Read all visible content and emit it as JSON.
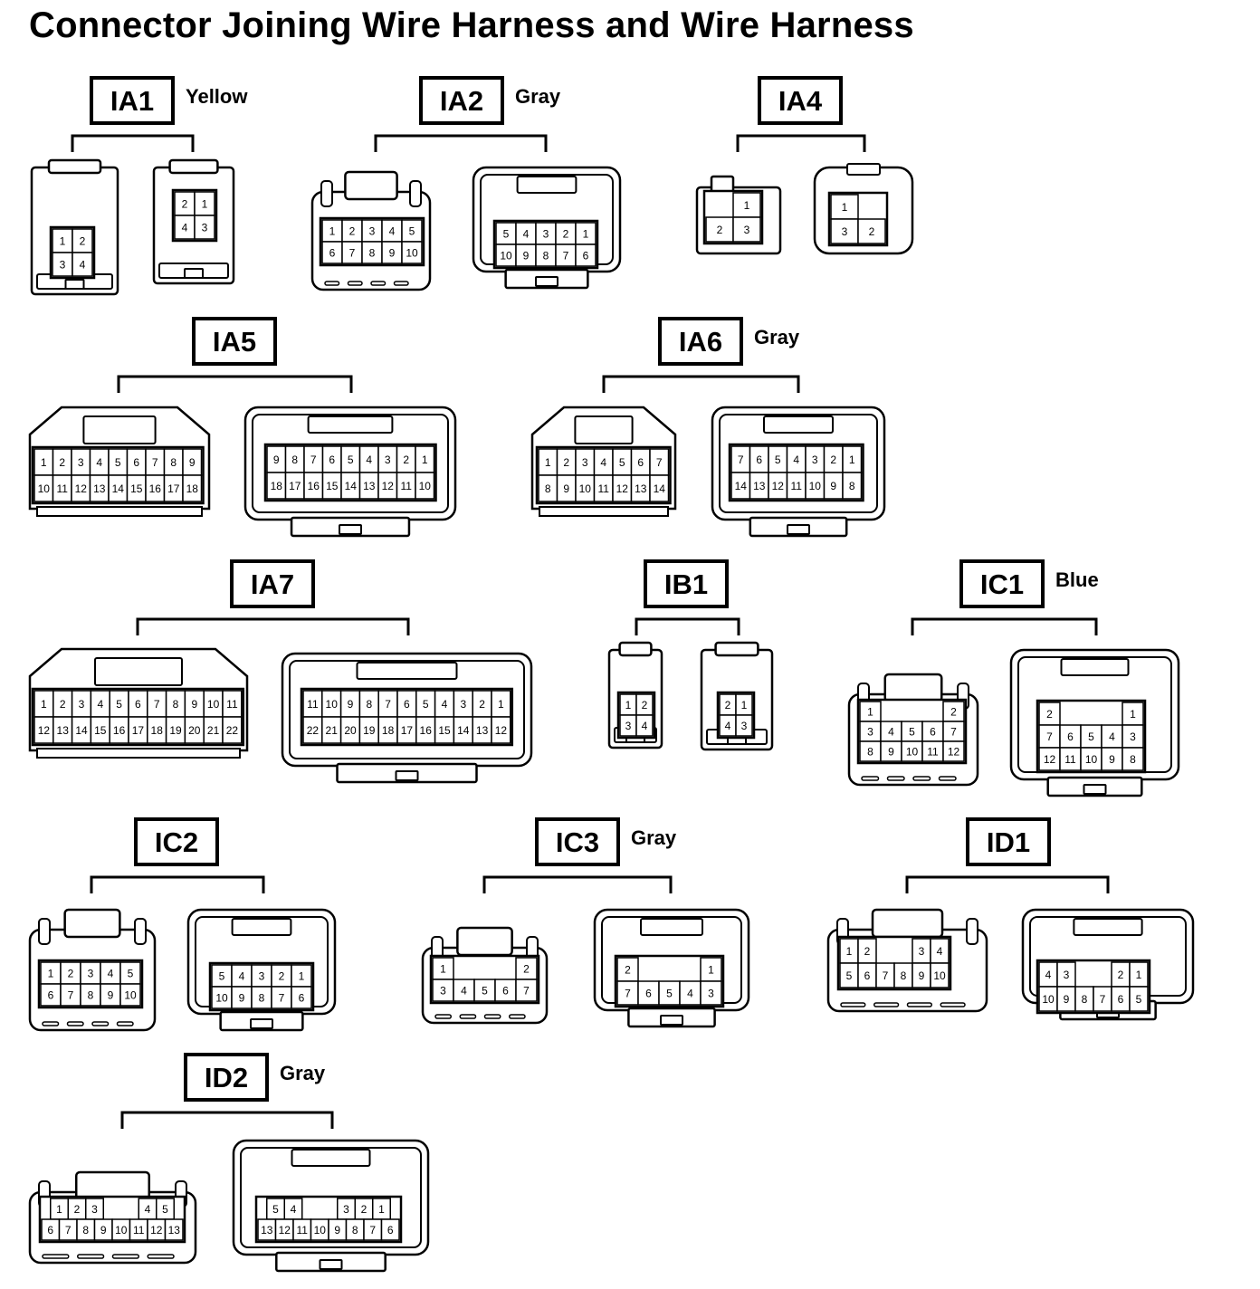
{
  "title": "Connector Joining Wire Harness and Wire Harness",
  "connectors": [
    {
      "id": "IA1",
      "color": "Yellow",
      "female": {
        "rows": [
          [
            "1",
            "2"
          ],
          [
            "3",
            "4"
          ]
        ]
      },
      "male": {
        "rows": [
          [
            "2",
            "1"
          ],
          [
            "4",
            "3"
          ]
        ]
      }
    },
    {
      "id": "IA2",
      "color": "Gray",
      "female": {
        "rows": [
          [
            "1",
            "2",
            "3",
            "4",
            "5"
          ],
          [
            "6",
            "7",
            "8",
            "9",
            "10"
          ]
        ]
      },
      "male": {
        "rows": [
          [
            "5",
            "4",
            "3",
            "2",
            "1"
          ],
          [
            "10",
            "9",
            "8",
            "7",
            "6"
          ]
        ]
      }
    },
    {
      "id": "IA4",
      "color": "",
      "female": {
        "rows": [
          [
            "",
            "1"
          ],
          [
            "2",
            "3"
          ]
        ]
      },
      "male": {
        "rows": [
          [
            "1",
            ""
          ],
          [
            "3",
            "2"
          ]
        ]
      }
    },
    {
      "id": "IA5",
      "color": "",
      "female": {
        "rows": [
          [
            "1",
            "2",
            "3",
            "4",
            "5",
            "6",
            "7",
            "8",
            "9"
          ],
          [
            "10",
            "11",
            "12",
            "13",
            "14",
            "15",
            "16",
            "17",
            "18"
          ]
        ]
      },
      "male": {
        "rows": [
          [
            "9",
            "8",
            "7",
            "6",
            "5",
            "4",
            "3",
            "2",
            "1"
          ],
          [
            "18",
            "17",
            "16",
            "15",
            "14",
            "13",
            "12",
            "11",
            "10"
          ]
        ]
      }
    },
    {
      "id": "IA6",
      "color": "Gray",
      "female": {
        "rows": [
          [
            "1",
            "2",
            "3",
            "4",
            "5",
            "6",
            "7"
          ],
          [
            "8",
            "9",
            "10",
            "11",
            "12",
            "13",
            "14"
          ]
        ]
      },
      "male": {
        "rows": [
          [
            "7",
            "6",
            "5",
            "4",
            "3",
            "2",
            "1"
          ],
          [
            "14",
            "13",
            "12",
            "11",
            "10",
            "9",
            "8"
          ]
        ]
      }
    },
    {
      "id": "IA7",
      "color": "",
      "female": {
        "rows": [
          [
            "1",
            "2",
            "3",
            "4",
            "5",
            "6",
            "7",
            "8",
            "9",
            "10",
            "11"
          ],
          [
            "12",
            "13",
            "14",
            "15",
            "16",
            "17",
            "18",
            "19",
            "20",
            "21",
            "22"
          ]
        ]
      },
      "male": {
        "rows": [
          [
            "11",
            "10",
            "9",
            "8",
            "7",
            "6",
            "5",
            "4",
            "3",
            "2",
            "1"
          ],
          [
            "22",
            "21",
            "20",
            "19",
            "18",
            "17",
            "16",
            "15",
            "14",
            "13",
            "12"
          ]
        ]
      }
    },
    {
      "id": "IB1",
      "color": "",
      "female": {
        "rows": [
          [
            "1",
            "2"
          ],
          [
            "3",
            "4"
          ]
        ]
      },
      "male": {
        "rows": [
          [
            "2",
            "1"
          ],
          [
            "4",
            "3"
          ]
        ]
      }
    },
    {
      "id": "IC1",
      "color": "Blue",
      "female": {
        "rows": [
          [
            "1",
            "",
            "",
            "",
            "2"
          ],
          [
            "3",
            "4",
            "5",
            "6",
            "7"
          ],
          [
            "8",
            "9",
            "10",
            "11",
            "12"
          ]
        ]
      },
      "male": {
        "rows": [
          [
            "2",
            "",
            "",
            "",
            "1"
          ],
          [
            "7",
            "6",
            "5",
            "4",
            "3"
          ],
          [
            "12",
            "11",
            "10",
            "9",
            "8"
          ]
        ]
      }
    },
    {
      "id": "IC2",
      "color": "",
      "female": {
        "rows": [
          [
            "1",
            "2",
            "3",
            "4",
            "5"
          ],
          [
            "6",
            "7",
            "8",
            "9",
            "10"
          ]
        ]
      },
      "male": {
        "rows": [
          [
            "5",
            "4",
            "3",
            "2",
            "1"
          ],
          [
            "10",
            "9",
            "8",
            "7",
            "6"
          ]
        ]
      }
    },
    {
      "id": "IC3",
      "color": "Gray",
      "female": {
        "rows": [
          [
            "1",
            "",
            "",
            "",
            "2"
          ],
          [
            "3",
            "4",
            "5",
            "6",
            "7"
          ]
        ]
      },
      "male": {
        "rows": [
          [
            "2",
            "",
            "",
            "",
            "1"
          ],
          [
            "7",
            "6",
            "5",
            "4",
            "3"
          ]
        ]
      }
    },
    {
      "id": "ID1",
      "color": "",
      "female": {
        "rows": [
          [
            "1",
            "2",
            "",
            "",
            "3",
            "4"
          ],
          [
            "5",
            "6",
            "7",
            "8",
            "9",
            "10"
          ]
        ]
      },
      "male": {
        "rows": [
          [
            "4",
            "3",
            "",
            "",
            "2",
            "1"
          ],
          [
            "10",
            "9",
            "8",
            "7",
            "6",
            "5"
          ]
        ]
      }
    },
    {
      "id": "ID2",
      "color": "Gray",
      "female": {
        "rows": [
          [
            "1",
            "2",
            "3",
            "",
            "",
            "4",
            "5"
          ],
          [
            "6",
            "7",
            "8",
            "9",
            "10",
            "11",
            "12",
            "13"
          ]
        ]
      },
      "male": {
        "rows": [
          [
            "5",
            "4",
            "",
            "",
            "3",
            "2",
            "1"
          ],
          [
            "13",
            "12",
            "11",
            "10",
            "9",
            "8",
            "7",
            "6"
          ]
        ]
      }
    }
  ]
}
